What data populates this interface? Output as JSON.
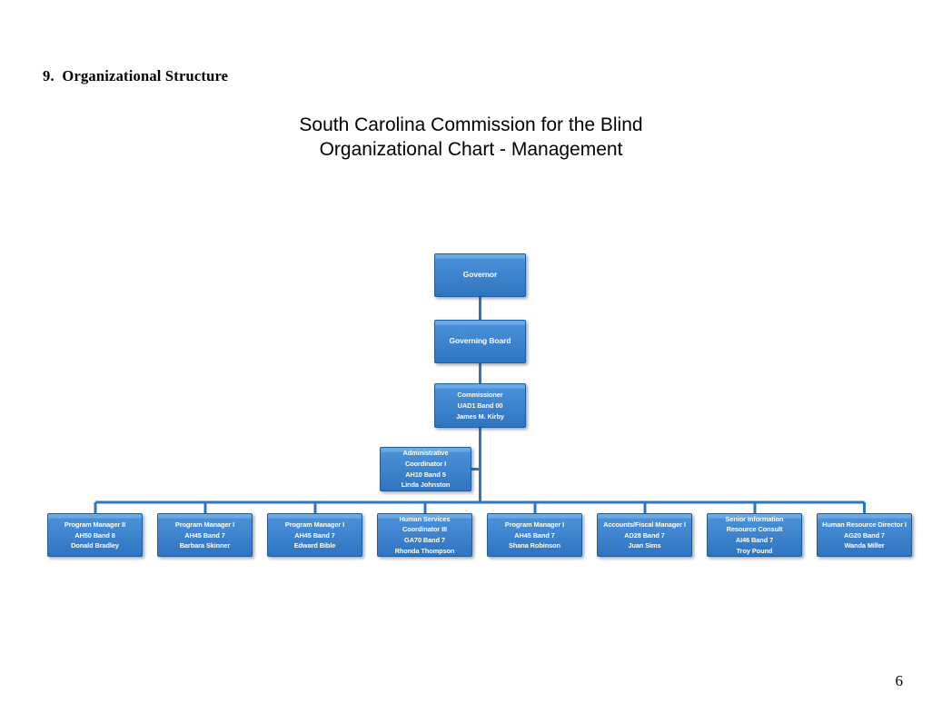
{
  "document": {
    "section_heading": "9.  Organizational Structure",
    "page_number": "6"
  },
  "chart": {
    "title_line1": "South Carolina Commission for the Blind",
    "title_line2": "Organizational Chart - Management",
    "colors": {
      "node_fill": "#3d82cc",
      "node_highlight": "#6aaae4",
      "node_border": "#1f5fa0",
      "connector": "#2f74c0",
      "node_text": "#ffffff"
    },
    "nodes": {
      "governor": {
        "title": "Governor"
      },
      "governing_board": {
        "title": "Governing Board"
      },
      "commissioner": {
        "title": "Commissioner",
        "code": "UAD1  Band 00",
        "name": "James M. Kirby"
      },
      "admin_coordinator": {
        "title": "Administrative Coordinator I",
        "code": "AH10  Band 5",
        "name": "Linda Johnston"
      }
    },
    "management_row": [
      {
        "title": "Program Manager II",
        "code": "AH50  Band 8",
        "name": "Donald Bradley"
      },
      {
        "title": "Program Manager I",
        "code": "AH45  Band 7",
        "name": "Barbara Skinner"
      },
      {
        "title": "Program Manager I",
        "code": "AH45  Band 7",
        "name": "Edward Bible"
      },
      {
        "title": "Human Services Coordinator III",
        "code": "GA70  Band 7",
        "name": "Rhonda Thompson"
      },
      {
        "title": "Program Manager I",
        "code": "AH45  Band 7",
        "name": "Shana Robinson"
      },
      {
        "title": "Accounts/Fiscal Manager I",
        "code": "AD28  Band 7",
        "name": "Juan Sims"
      },
      {
        "title": "Senior Information Resource Consult",
        "code": "AI46  Band 7",
        "name": "Troy Pound"
      },
      {
        "title": "Human Resource Director I",
        "code": "AG20  Band 7",
        "name": "Wanda Miller"
      }
    ]
  }
}
